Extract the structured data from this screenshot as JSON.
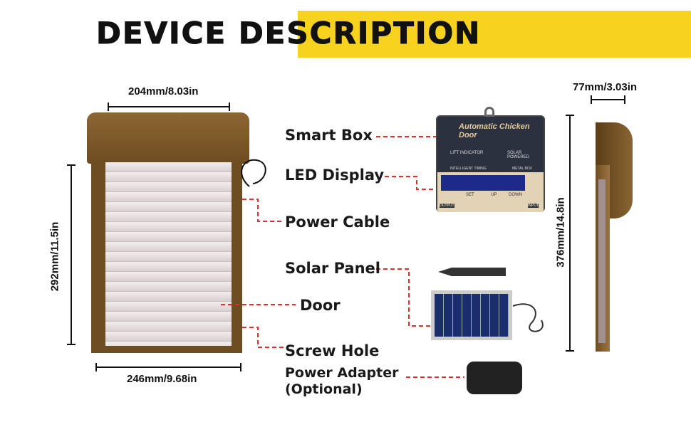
{
  "header": {
    "title": "DEVICE DESCRIPTION",
    "accent": "#f7d31f"
  },
  "dimensions": {
    "top_width": "204mm/8.03in",
    "height": "292mm/11.5in",
    "bottom_width": "246mm/9.68in",
    "depth": "77mm/3.03in",
    "total_height": "376mm/14.8in"
  },
  "labels": {
    "smart_box": "Smart Box",
    "led_display": "LED Display",
    "power_cable": "Power Cable",
    "solar_panel": "Solar Panel",
    "door": "Door",
    "screw_hole": "Screw Hole",
    "power_adapter": "Power Adapter",
    "power_adapter_note": "(Optional)"
  },
  "smart_box": {
    "brand": "Automatic Chicken Door",
    "lift": "LIFT INDICATOR",
    "solar": "SOLAR POWERED",
    "timing": "INTELLIGENT TIMING",
    "metal": "METAL BOX",
    "set": "SET",
    "up": "UP",
    "down": "DOWN",
    "output": "OUTPUT",
    "input": "INPUT"
  },
  "colors": {
    "brown": "#7a5628",
    "connector": "#e0302a"
  }
}
